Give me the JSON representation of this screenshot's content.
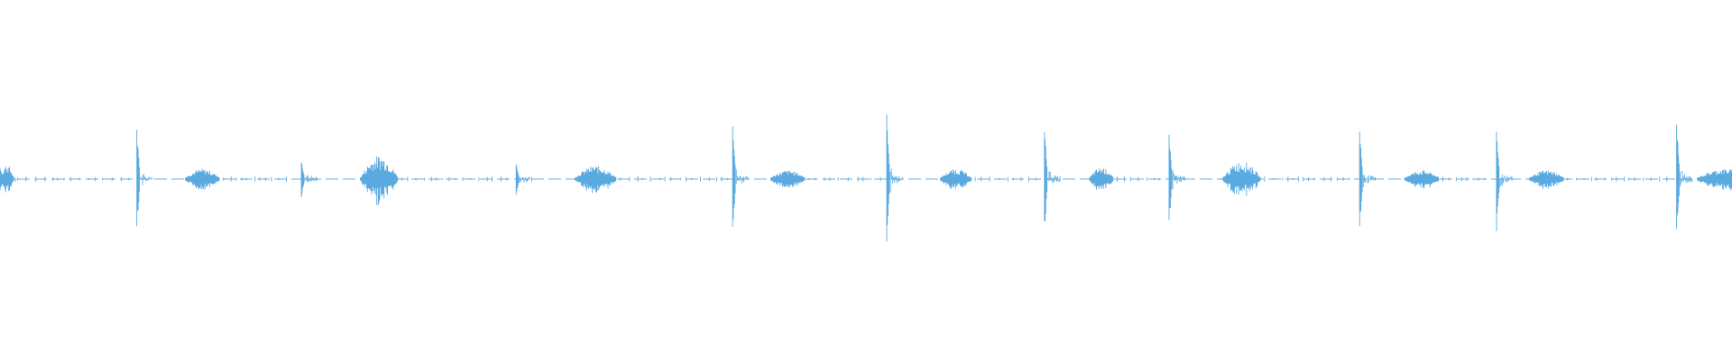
{
  "waveform": {
    "color": "#5aaae0",
    "events": [
      {
        "t": 0.0,
        "transient": 0.1,
        "body_amp": 0.09,
        "body_offset": 0.0,
        "body_len": 0.008
      },
      {
        "t": 0.079,
        "transient": 0.4,
        "body_amp": 0.06,
        "body_offset": 0.028,
        "body_len": 0.02
      },
      {
        "t": 0.174,
        "transient": 0.15,
        "body_amp": 0.15,
        "body_offset": 0.034,
        "body_len": 0.022
      },
      {
        "t": 0.298,
        "transient": 0.12,
        "body_amp": 0.08,
        "body_offset": 0.034,
        "body_len": 0.024
      },
      {
        "t": 0.423,
        "transient": 0.45,
        "body_amp": 0.05,
        "body_offset": 0.022,
        "body_len": 0.02
      },
      {
        "t": 0.512,
        "transient": 0.52,
        "body_amp": 0.06,
        "body_offset": 0.031,
        "body_len": 0.018
      },
      {
        "t": 0.603,
        "transient": 0.42,
        "body_amp": 0.07,
        "body_offset": 0.026,
        "body_len": 0.014
      },
      {
        "t": 0.675,
        "transient": 0.36,
        "body_amp": 0.11,
        "body_offset": 0.031,
        "body_len": 0.022
      },
      {
        "t": 0.785,
        "transient": 0.4,
        "body_amp": 0.05,
        "body_offset": 0.026,
        "body_len": 0.02
      },
      {
        "t": 0.864,
        "transient": 0.4,
        "body_amp": 0.05,
        "body_offset": 0.019,
        "body_len": 0.02
      },
      {
        "t": 0.968,
        "transient": 0.47,
        "body_amp": 0.06,
        "body_offset": 0.012,
        "body_len": 0.032
      }
    ]
  }
}
